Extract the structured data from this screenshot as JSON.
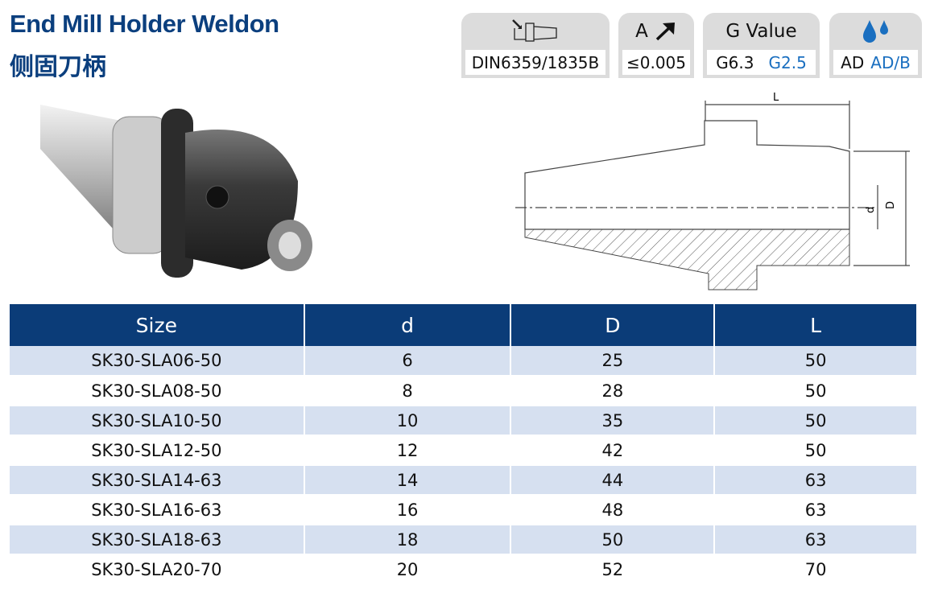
{
  "header": {
    "title": "End Mill Holder Weldon",
    "subtitle": "侧固刀柄"
  },
  "badges": [
    {
      "icon": "holder-clamp-icon",
      "value": "DIN6359/1835B"
    },
    {
      "label": "A",
      "icon": "arrow-up-right-icon",
      "value": "≤0.005"
    },
    {
      "label": "G Value",
      "value": "G6.3",
      "value_alt": "G2.5"
    },
    {
      "icon": "coolant-drops-icon",
      "value": "AD",
      "value_alt": "AD/B"
    }
  ],
  "drawing": {
    "labels": {
      "L": "L",
      "D": "D",
      "d": "d"
    }
  },
  "table": {
    "columns": [
      "Size",
      "d",
      "D",
      "L"
    ],
    "rows": [
      [
        "SK30-SLA06-50",
        "6",
        "25",
        "50"
      ],
      [
        "SK30-SLA08-50",
        "8",
        "28",
        "50"
      ],
      [
        "SK30-SLA10-50",
        "10",
        "35",
        "50"
      ],
      [
        "SK30-SLA12-50",
        "12",
        "42",
        "50"
      ],
      [
        "SK30-SLA14-63",
        "14",
        "44",
        "63"
      ],
      [
        "SK30-SLA16-63",
        "16",
        "48",
        "63"
      ],
      [
        "SK30-SLA18-63",
        "18",
        "50",
        "63"
      ],
      [
        "SK30-SLA20-70",
        "20",
        "52",
        "70"
      ]
    ]
  },
  "colors": {
    "brand": "#0b3f7e",
    "accent": "#1a6fc0",
    "row_alt": "#d6e0f0"
  }
}
